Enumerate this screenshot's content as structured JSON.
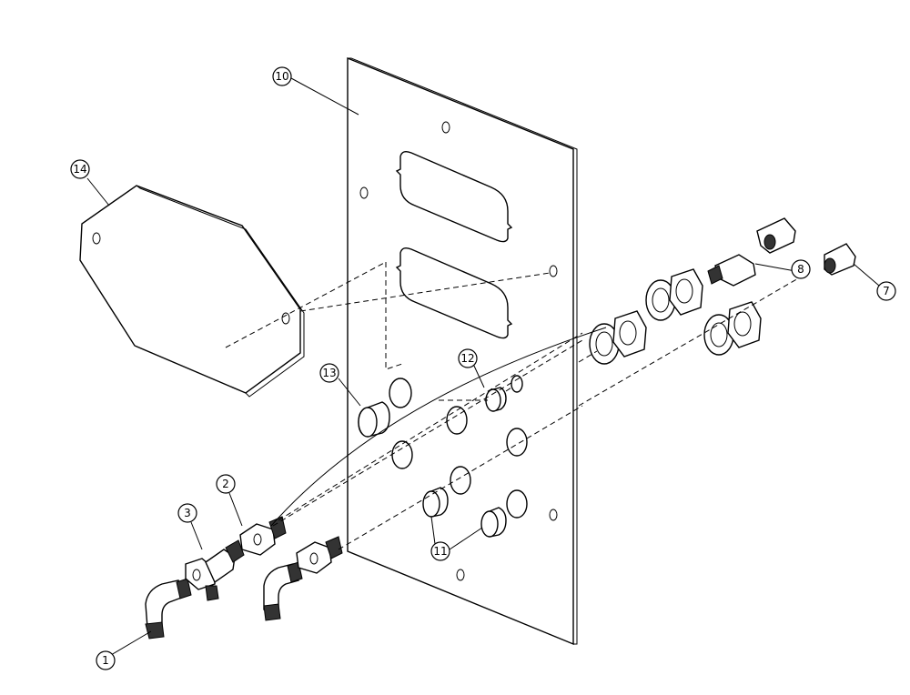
{
  "callouts": [
    {
      "id": "c1",
      "label": "1"
    },
    {
      "id": "c2",
      "label": "2"
    },
    {
      "id": "c3",
      "label": "3"
    },
    {
      "id": "c7",
      "label": "7"
    },
    {
      "id": "c8",
      "label": "8"
    },
    {
      "id": "c10",
      "label": "10"
    },
    {
      "id": "c11",
      "label": "11"
    },
    {
      "id": "c12",
      "label": "12"
    },
    {
      "id": "c13",
      "label": "13"
    },
    {
      "id": "c14",
      "label": "14"
    }
  ]
}
